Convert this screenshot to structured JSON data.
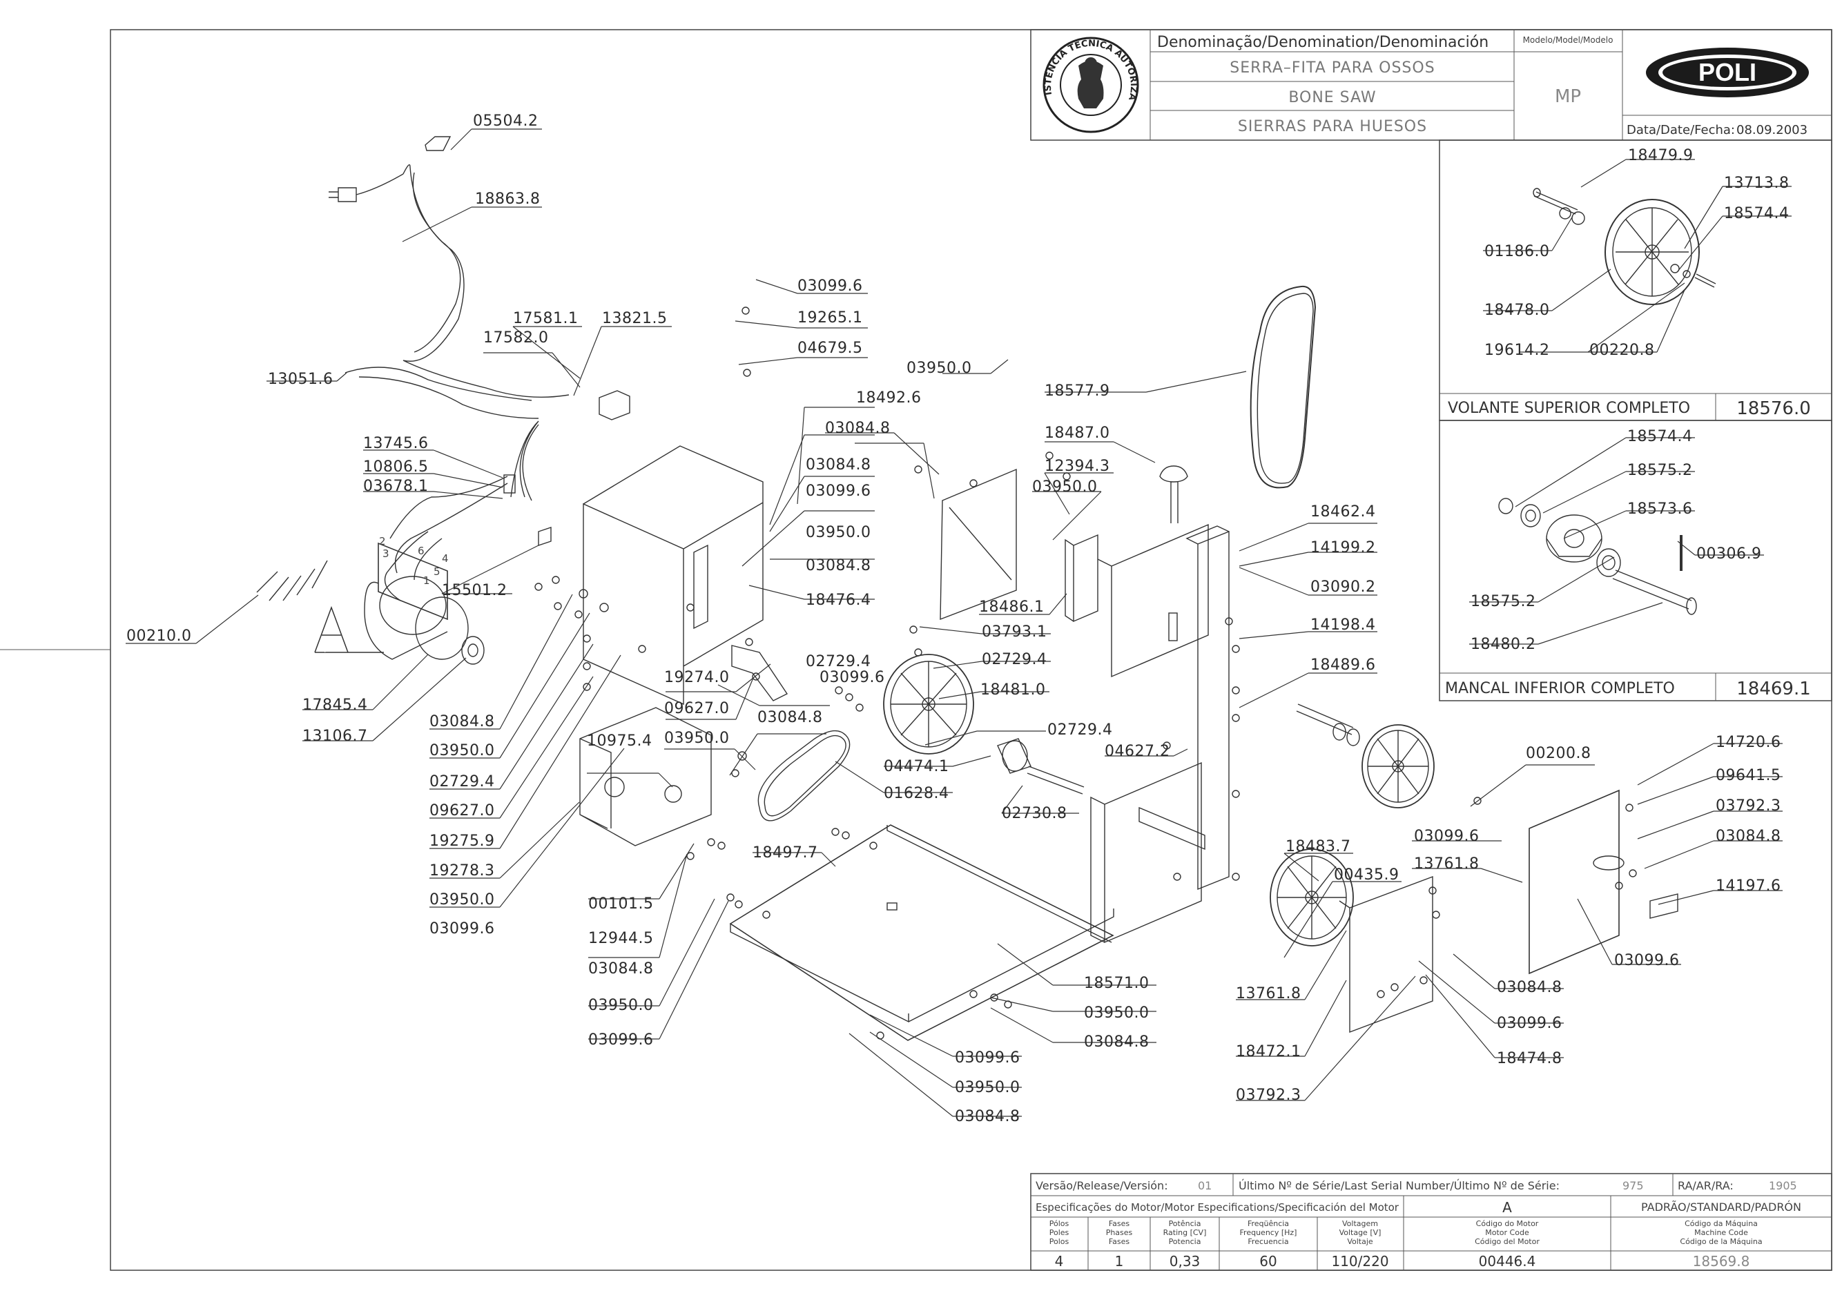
{
  "header": {
    "denomination_label": "Denominação/Denomination/Denominación",
    "names": [
      "SERRA–FITA PARA OSSOS",
      "BONE SAW",
      "SIERRAS PARA HUESOS"
    ],
    "model_label": "Modelo/Model/Modelo",
    "model_value": "MP",
    "brand": "POLI",
    "date_label": "Data/Date/Fecha:",
    "date_value": "08.09.2003",
    "stamp_text": "ASSISTÊNCIA TÉCNICA AUTORIZADA"
  },
  "insets": [
    {
      "title": "VOLANTE SUPERIOR COMPLETO",
      "code": "18576.0"
    },
    {
      "title": "MANCAL INFERIOR COMPLETO",
      "code": "18469.1"
    }
  ],
  "motor_marker": "A",
  "wire_numbers": [
    "1",
    "2",
    "3",
    "4",
    "5",
    "6"
  ],
  "part_labels": [
    "05504.2",
    "18863.8",
    "13051.6",
    "17581.1",
    "17582.0",
    "13821.5",
    "13745.6",
    "10806.5",
    "03678.1",
    "15501.2",
    "00210.0",
    "17845.4",
    "13106.7",
    "03084.8",
    "03950.0",
    "02729.4",
    "09627.0",
    "19275.9",
    "19278.3",
    "03950.0",
    "03099.6",
    "03099.6",
    "19265.1",
    "04679.5",
    "03084.8",
    "03099.6",
    "03950.0",
    "03084.8",
    "18476.4",
    "19274.0",
    "09627.0",
    "03950.0",
    "02729.4",
    "03099.6",
    "03084.8",
    "10975.4",
    "00101.5",
    "12944.5",
    "03084.8",
    "03950.0",
    "03099.6",
    "03950.0",
    "18492.6",
    "03084.8",
    "18577.9",
    "18487.0",
    "12394.3",
    "03950.0",
    "18486.1",
    "03793.1",
    "02729.4",
    "18481.0",
    "02729.4",
    "04474.1",
    "01628.4",
    "02730.8",
    "18497.7",
    "18571.0",
    "03950.0",
    "03084.8",
    "03099.6",
    "03950.0",
    "03084.8",
    "18462.4",
    "14199.2",
    "03090.2",
    "14198.4",
    "18489.6",
    "04627.2",
    "00200.8",
    "18483.7",
    "00435.9",
    "13761.8",
    "18472.1",
    "03792.3",
    "03099.6",
    "13761.8",
    "03084.8",
    "03099.6",
    "18474.8",
    "14720.6",
    "09641.5",
    "03792.3",
    "03084.8",
    "14197.6",
    "03099.6",
    "18479.9",
    "13713.8",
    "18574.4",
    "01186.0",
    "18478.0",
    "19614.2",
    "00220.8",
    "18574.4",
    "18575.2",
    "18573.6",
    "00306.9",
    "18575.2",
    "18480.2"
  ],
  "footer": {
    "version_label": "Versão/Release/Versión:",
    "version_value": "01",
    "serial_label": "Último Nº de Série/Last Serial Number/Último Nº de Série:",
    "serial_value": "975",
    "ra_label": "RA/AR/RA:",
    "ra_value": "1905",
    "motor_spec_label": "Especificações do Motor/Motor Especifications/Specificación del Motor",
    "motor_letter": "A",
    "standard_label": "PADRÃO/STANDARD/PADRÓN",
    "columns": [
      {
        "line1": "Pólos",
        "line2": "Poles",
        "line3": "Polos",
        "value": "4"
      },
      {
        "line1": "Fases",
        "line2": "Phases",
        "line3": "Fases",
        "value": "1"
      },
      {
        "line1": "Potência",
        "line2": "Rating [CV]",
        "line3": "Potencia",
        "value": "0,33"
      },
      {
        "line1": "Freqüência",
        "line2": "Frequency [Hz]",
        "line3": "Frecuencia",
        "value": "60"
      },
      {
        "line1": "Voltagem",
        "line2": "Voltage [V]",
        "line3": "Voltaje",
        "value": "110/220"
      },
      {
        "line1": "Código do Motor",
        "line2": "Motor Code",
        "line3": "Código del Motor",
        "value": "00446.4"
      },
      {
        "line1": "Código da Máquina",
        "line2": "Machine Code",
        "line3": "Código de la Máquina",
        "value": "18569.8"
      }
    ]
  }
}
